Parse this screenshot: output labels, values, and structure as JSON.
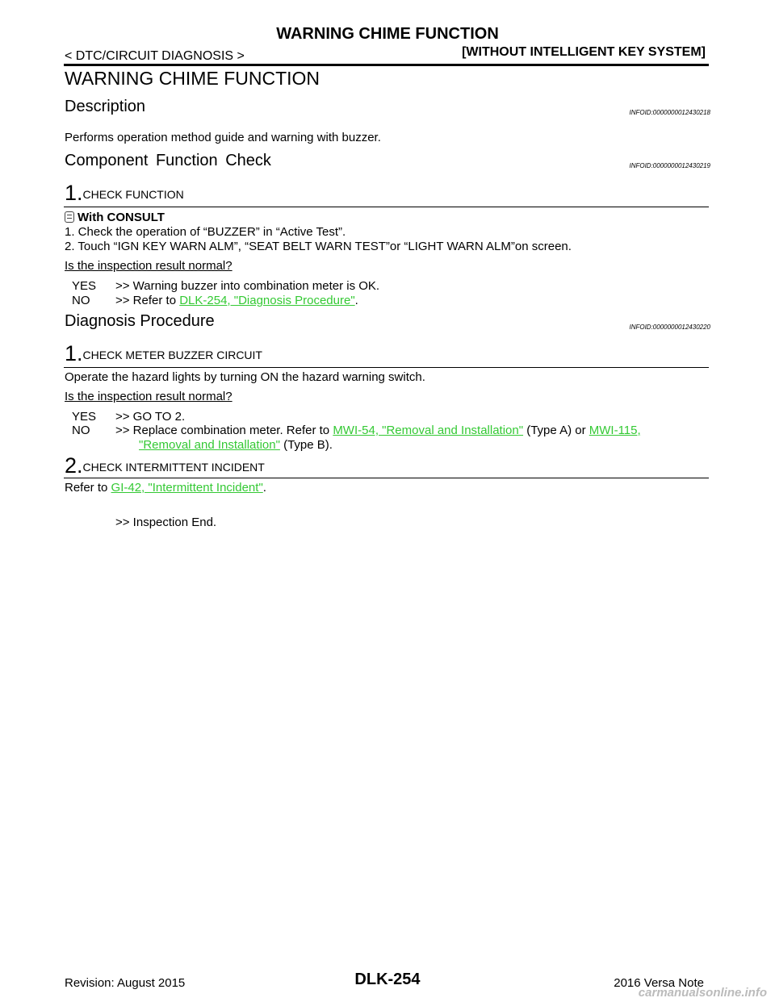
{
  "header": {
    "title": "WARNING CHIME FUNCTION",
    "breadcrumb": "< DTC/CIRCUIT DIAGNOSIS >",
    "system": "[WITHOUT INTELLIGENT KEY SYSTEM]"
  },
  "page_title": "WARNING CHIME FUNCTION",
  "description": {
    "heading": "Description",
    "infoid": "INFOID:0000000012430218",
    "text": "Performs operation method guide and warning with buzzer."
  },
  "component_check": {
    "heading": "Component Function Check",
    "infoid": "INFOID:0000000012430219",
    "step_num": "1.",
    "step_title": "CHECK FUNCTION",
    "consult_label": "With CONSULT",
    "items": [
      "1.   Check the operation of “BUZZER” in “Active Test”.",
      "2.   Touch “IGN KEY WARN ALM”, “SEAT BELT WARN TEST”or “LIGHT WARN ALM”on screen."
    ],
    "question": "Is the inspection result normal?",
    "yes_key": "YES",
    "yes_text": ">> Warning buzzer into combination meter is OK.",
    "no_key": "NO",
    "no_prefix": ">> Refer to ",
    "no_link": "DLK-254, \"Diagnosis Procedure\"",
    "no_suffix": "."
  },
  "diagnosis": {
    "heading": "Diagnosis Procedure",
    "infoid": "INFOID:0000000012430220",
    "step1_num": "1.",
    "step1_title": "CHECK METER BUZZER CIRCUIT",
    "step1_text": "Operate the hazard lights by turning ON the hazard warning switch.",
    "question": "Is the inspection result normal?",
    "yes_key": "YES",
    "yes_text": ">> GO TO 2.",
    "no_key": "NO",
    "no_prefix": ">> Replace combination meter. Refer to ",
    "no_link1": "MWI-54, \"Removal and Installation\"",
    "no_mid": " (Type A) or ",
    "no_link2a": "MWI-115,",
    "no_link2b": "\"Removal and Installation\"",
    "no_suffix": " (Type B).",
    "step2_num": "2.",
    "step2_title": "CHECK INTERMITTENT INCIDENT",
    "step2_prefix": "Refer to ",
    "step2_link": "GI-42, \"Intermittent Incident\"",
    "step2_suffix": ".",
    "end_text": ">> Inspection End."
  },
  "footer": {
    "revision": "Revision: August 2015",
    "page": "DLK-254",
    "model": "2016 Versa Note",
    "watermark": "carmanualsonline.info"
  }
}
